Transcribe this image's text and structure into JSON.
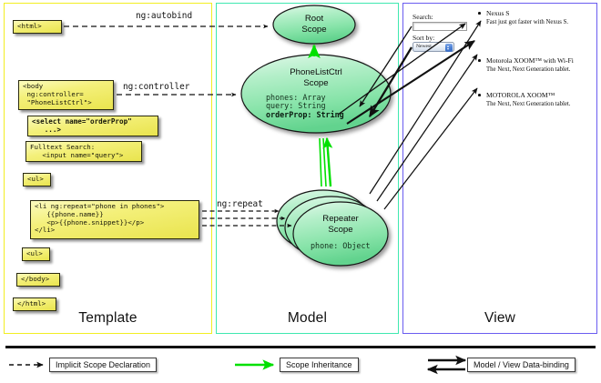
{
  "panels": [
    {
      "key": "template",
      "label": "Template",
      "border_color": "#f2ee22"
    },
    {
      "key": "model",
      "label": "Model",
      "border_color": "#3fe8b0"
    },
    {
      "key": "view",
      "label": "View",
      "border_color": "#6a5cf0"
    }
  ],
  "template": {
    "boxes": [
      {
        "name": "html-open",
        "text": "<html>",
        "bold": false
      },
      {
        "name": "body-open",
        "text": "<body\n ng:controller=\n \"PhoneListCtrl\">",
        "bold": false
      },
      {
        "name": "select-orderprop",
        "text": "<select name=\"orderProp\"\n   ...>",
        "bold": true
      },
      {
        "name": "fulltext-search-input",
        "text": "Fulltext Search:\n   <input name=\"query\">",
        "bold": false
      },
      {
        "name": "ul-open",
        "text": "<ul>",
        "bold": false
      },
      {
        "name": "li-ngrepeat",
        "text": "<li ng:repeat=\"phone in phones\">\n   {{phone.name}}\n   <p>{{phone.snippet}}</p>\n</li>",
        "bold": false
      },
      {
        "name": "ul-close",
        "text": "<ul>",
        "bold": false
      },
      {
        "name": "body-close",
        "text": "</body>",
        "bold": false
      },
      {
        "name": "html-close",
        "text": "</html>",
        "bold": false
      }
    ]
  },
  "connectors": {
    "autobind": "ng:autobind",
    "controller": "ng:controller",
    "repeat": "ng:repeat"
  },
  "model": {
    "scopes": [
      {
        "name": "root-scope",
        "title_lines": [
          "Root",
          "Scope"
        ],
        "props": []
      },
      {
        "name": "phonelistctrl-scope",
        "title_lines": [
          "PhoneListCtrl",
          "Scope"
        ],
        "props": [
          {
            "text": "phones: Array",
            "bold": false
          },
          {
            "text": "query: String",
            "bold": false
          },
          {
            "text": "orderProp: String",
            "bold": true
          }
        ]
      },
      {
        "name": "repeater-scope",
        "title_lines": [
          "Repeater",
          "Scope"
        ],
        "props": [
          {
            "text": "phone: Object",
            "bold": false
          }
        ]
      }
    ]
  },
  "view": {
    "search_label": "Search:",
    "search_value": "",
    "search_placeholder": "",
    "sort_label": "Sort by:",
    "sort_selected": "Newest",
    "phones": [
      {
        "name": "Nexus S",
        "snippet": "Fast just got faster with Nexus S."
      },
      {
        "name": "Motorola XOOM™ with Wi-Fi",
        "snippet": "The Next, Next Generation tablet."
      },
      {
        "name": "MOTOROLA XOOM™",
        "snippet": "The Next, Next Generation tablet."
      }
    ]
  },
  "legend": [
    {
      "name": "legend-implicit-scope-declaration",
      "label": "Implicit Scope Declaration",
      "style": "dashed-arrow",
      "color": "#111111"
    },
    {
      "name": "legend-scope-inheritance",
      "label": "Scope Inheritance",
      "style": "green-arrow",
      "color": "#00e000"
    },
    {
      "name": "legend-data-binding",
      "label": "Model / View Data-binding",
      "style": "double-arrow",
      "color": "#111111"
    }
  ]
}
